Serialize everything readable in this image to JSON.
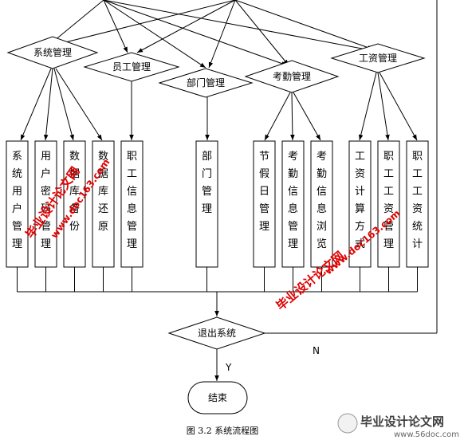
{
  "diagram": {
    "categories": [
      {
        "id": "system",
        "label": "系统管理"
      },
      {
        "id": "employee",
        "label": "员工管理"
      },
      {
        "id": "department",
        "label": "部门管理"
      },
      {
        "id": "attendance",
        "label": "考勤管理"
      },
      {
        "id": "salary",
        "label": "工资管理"
      }
    ],
    "functions": [
      {
        "label": "系统用户管理",
        "category": "system"
      },
      {
        "label": "用户密码管理",
        "category": "system"
      },
      {
        "label": "数据库备份",
        "category": "system"
      },
      {
        "label": "数据库还原",
        "category": "system"
      },
      {
        "label": "职工信息管理",
        "category": "employee"
      },
      {
        "label": "部门管理",
        "category": "department"
      },
      {
        "label": "节假日管理",
        "category": "attendance"
      },
      {
        "label": "考勤信息管理",
        "category": "attendance"
      },
      {
        "label": "考勤信息浏览",
        "category": "attendance"
      },
      {
        "label": "工资计算方式",
        "category": "salary"
      },
      {
        "label": "职工工资管理",
        "category": "salary"
      },
      {
        "label": "职工工资统计",
        "category": "salary"
      }
    ],
    "exit_decision": "退出系统",
    "yes_label": "Y",
    "no_label": "N",
    "end_label": "结束",
    "caption": "图 3.2 系统流程图"
  },
  "watermarks": {
    "site_text": "毕业设计论文网",
    "url_text": "www.doc163.com",
    "logo_title": "毕业设计论文网",
    "logo_url": "www.56doc.com"
  }
}
